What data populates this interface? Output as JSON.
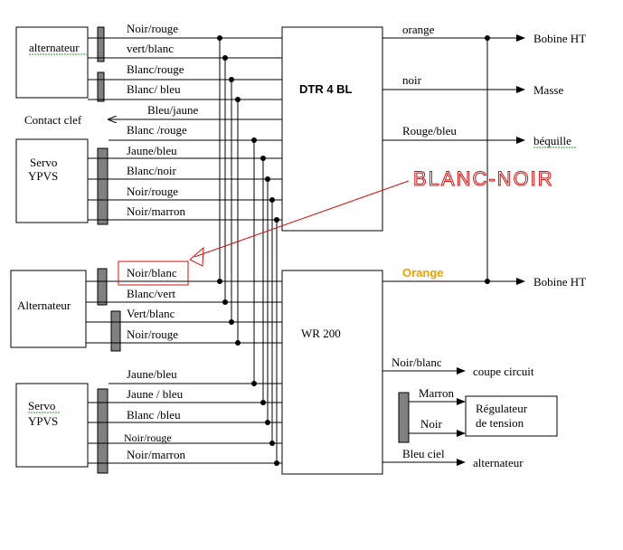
{
  "colors": {
    "line": "#000000",
    "connector": "#808080",
    "annotation": "#d01010",
    "orange_label": "#e8a000"
  },
  "boxes": {
    "alternateur_top": "alternateur",
    "servo_top_1": "Servo",
    "servo_top_2": "YPVS",
    "alternateur_bottom": "Alternateur",
    "servo_bottom_1": "Servo",
    "servo_bottom_2": "YPVS",
    "dtr": "DTR 4 BL",
    "wr": "WR 200",
    "regulateur_1": "Régulateur",
    "regulateur_2": "de tension"
  },
  "wires": {
    "top_left": [
      "Noir/rouge",
      "vert/blanc",
      "Blanc/rouge",
      "Blanc/ bleu",
      "Bleu/jaune",
      "Blanc /rouge",
      "Jaune/bleu",
      "Blanc/noir",
      "Noir/rouge",
      "Noir/marron"
    ],
    "contact_clef": "Contact clef",
    "bottom_left": [
      "Noir/blanc",
      "Blanc/vert",
      "Vert/blanc",
      "Noir/rouge",
      "Jaune/bleu",
      "Jaune / bleu",
      "Blanc /bleu",
      "Noir/rouge",
      "Noir/marron"
    ],
    "dtr_right": [
      "orange",
      "noir",
      "Rouge/bleu"
    ],
    "dtr_targets": [
      "Bobine HT",
      "Masse",
      "béquille"
    ],
    "wr_orange": "Orange",
    "wr_bobine": "Bobine HT",
    "wr_right": [
      "Noir/blanc",
      "Marron",
      "Noir",
      "Bleu ciel"
    ],
    "wr_targets": [
      "coupe circuit",
      "alternateur"
    ]
  },
  "annotation": {
    "text": "BLANC-NOIR",
    "icon": "arrow-icon"
  }
}
